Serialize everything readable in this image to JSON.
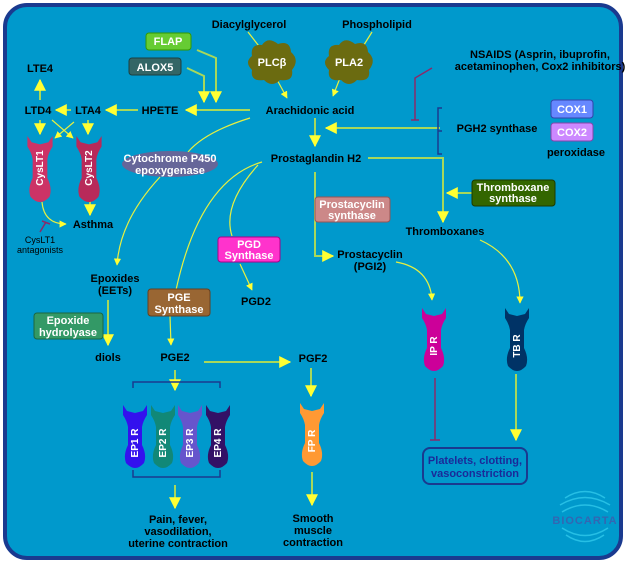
{
  "colors": {
    "background": "#0099cc",
    "border": "#1a3a8f",
    "arrow": "#ffff33",
    "line": "#a8d85a",
    "inhibit": "#8a2a6a"
  },
  "enzymes": {
    "flap": "FLAP",
    "alox5": "ALOX5",
    "plc": "PLCβ",
    "pla2": "PLA2",
    "cox1": "COX1",
    "cox2": "COX2",
    "cyp_line1": "Cytochrome P450",
    "cyp_line2": "epoxygenase",
    "txs_line1": "Thromboxane",
    "txs_line2": "synthase",
    "pcs_line1": "Prostacyclin",
    "pcs_line2": "synthase",
    "pgds_line1": "PGD",
    "pgds_line2": "Synthase",
    "pges_line1": "PGE",
    "pges_line2": "Synthase",
    "eh_line1": "Epoxide",
    "eh_line2": "hydrolyase"
  },
  "metabolites": {
    "diacylglycerol": "Diacylglycerol",
    "phospholipid": "Phospholipid",
    "arachidonic": "Arachidonic acid",
    "hpete": "HPETE",
    "lta4": "LTA4",
    "ltd4": "LTD4",
    "lte4": "LTE4",
    "pgh2_synthase": "PGH2 synthase",
    "peroxidase": "peroxidase",
    "pgh2": "Prostaglandin H2",
    "thromboxanes": "Thromboxanes",
    "prostacyclin_line1": "Prostacyclin",
    "prostacyclin_line2": "(PGI2)",
    "epoxides_line1": "Epoxides",
    "epoxides_line2": "(EETs)",
    "pgd2": "PGD2",
    "diols": "diols",
    "pge2": "PGE2",
    "pgf2": "PGF2"
  },
  "drugs": {
    "nsaids_line1": "NSAIDS (Asprin, ibuprofin,",
    "nsaids_line2": "acetaminophen, Cox2 inhibitors)",
    "cyslt1_antag_line1": "CysLT1",
    "cyslt1_antag_line2": "antagonists"
  },
  "receptors": {
    "cyslt1": "CysLT1",
    "cyslt2": "CysLT2",
    "ep1": "EP1 R",
    "ep2": "EP2 R",
    "ep3": "EP3 R",
    "ep4": "EP4 R",
    "fp": "FP R",
    "ip": "IP R",
    "tb": "TB R"
  },
  "outcomes": {
    "asthma": "Asthma",
    "pain_line1": "Pain, fever,",
    "pain_line2": "vasodilation,",
    "pain_line3": "uterine contraction",
    "smooth_line1": "Smooth",
    "smooth_line2": "muscle",
    "smooth_line3": "contraction",
    "platelets_line1": "Platelets, clotting,",
    "platelets_line2": "vasoconstriction"
  },
  "logo": "BIOCARTA"
}
